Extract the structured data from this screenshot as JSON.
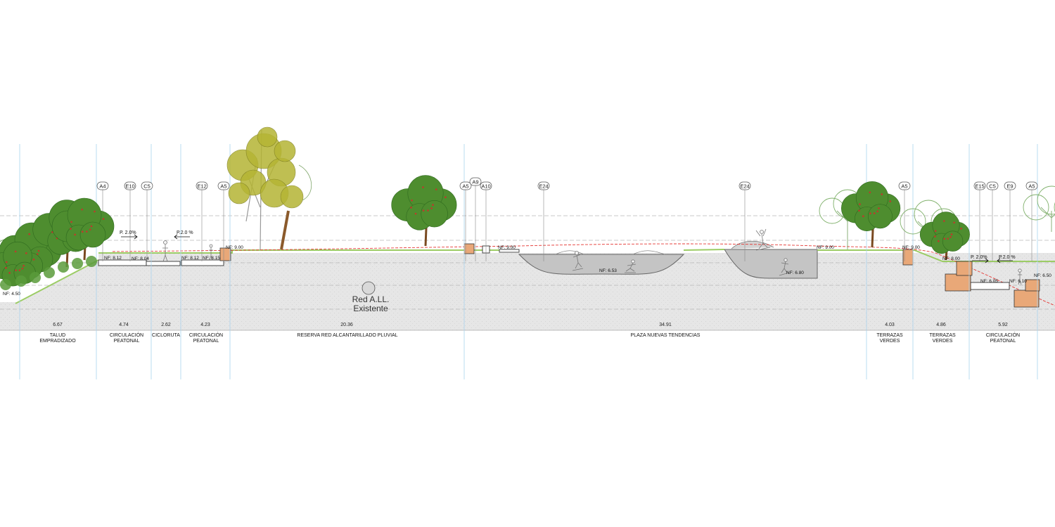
{
  "gridlines": [
    {
      "tag": "A4"
    },
    {
      "tag": "E10"
    },
    {
      "tag": "C5"
    },
    {
      "tag": "E12"
    },
    {
      "tag": "A5"
    },
    {
      "tag": "A5"
    },
    {
      "tag": "A9"
    },
    {
      "tag": "A10"
    },
    {
      "tag": "E24"
    },
    {
      "tag": "E24"
    },
    {
      "tag": "A5"
    },
    {
      "tag": "E15"
    },
    {
      "tag": "C5"
    },
    {
      "tag": "E9"
    },
    {
      "tag": "A5"
    }
  ],
  "levels": [
    "NF: 4.50",
    "NF: 8.12",
    "NF: 8.04",
    "NF: 8.12",
    "NF: 8.15",
    "NF: 9.00",
    "NF: 9.00",
    "NF: 6.53",
    "NF: 6.80",
    "NF: 9.00",
    "NF: 9.00",
    "NF: 8.00",
    "NF: 6.05",
    "NF: 6.10",
    "NF: 6.50"
  ],
  "slopes": [
    "P. 2.0%",
    "P.2.0  %",
    "P. 2.0%",
    "P.2.0  %"
  ],
  "dimensions": [
    "6.67",
    "4.74",
    "2.62",
    "4.23",
    "20.36",
    "34.91",
    "4.03",
    "4.86",
    "5.92"
  ],
  "zones": [
    {
      "line1": "TALUD",
      "line2": "EMPRADIZADO"
    },
    {
      "line1": "CIRCULACIÓN",
      "line2": "PEATONAL"
    },
    {
      "line1": "CICLORUTA",
      "line2": ""
    },
    {
      "line1": "CIRCULACIÓN",
      "line2": "PEATONAL"
    },
    {
      "line1": "RESERVA   RED ALCANTARILLADO PLUVIAL",
      "line2": ""
    },
    {
      "line1": "PLAZA NUEVAS TENDENCIAS",
      "line2": ""
    },
    {
      "line1": "TERRAZAS",
      "line2": "VERDES"
    },
    {
      "line1": "TERRAZAS",
      "line2": "VERDES"
    },
    {
      "line1": "CIRCULACIÓN",
      "line2": "PEATONAL"
    }
  ],
  "pipe": {
    "line1": "Red A.LL.",
    "line2": "Existente"
  },
  "colors": {
    "ground": "#e3e3e3",
    "grass": "#8bc34a",
    "foliage": "#4e8d2f",
    "fruit": "#c0392b",
    "trunk": "#7a4a21",
    "concrete": "#e9a878",
    "bowl": "#b9b9b9",
    "redline": "#e53935",
    "gridline": "#9fd0ec"
  }
}
